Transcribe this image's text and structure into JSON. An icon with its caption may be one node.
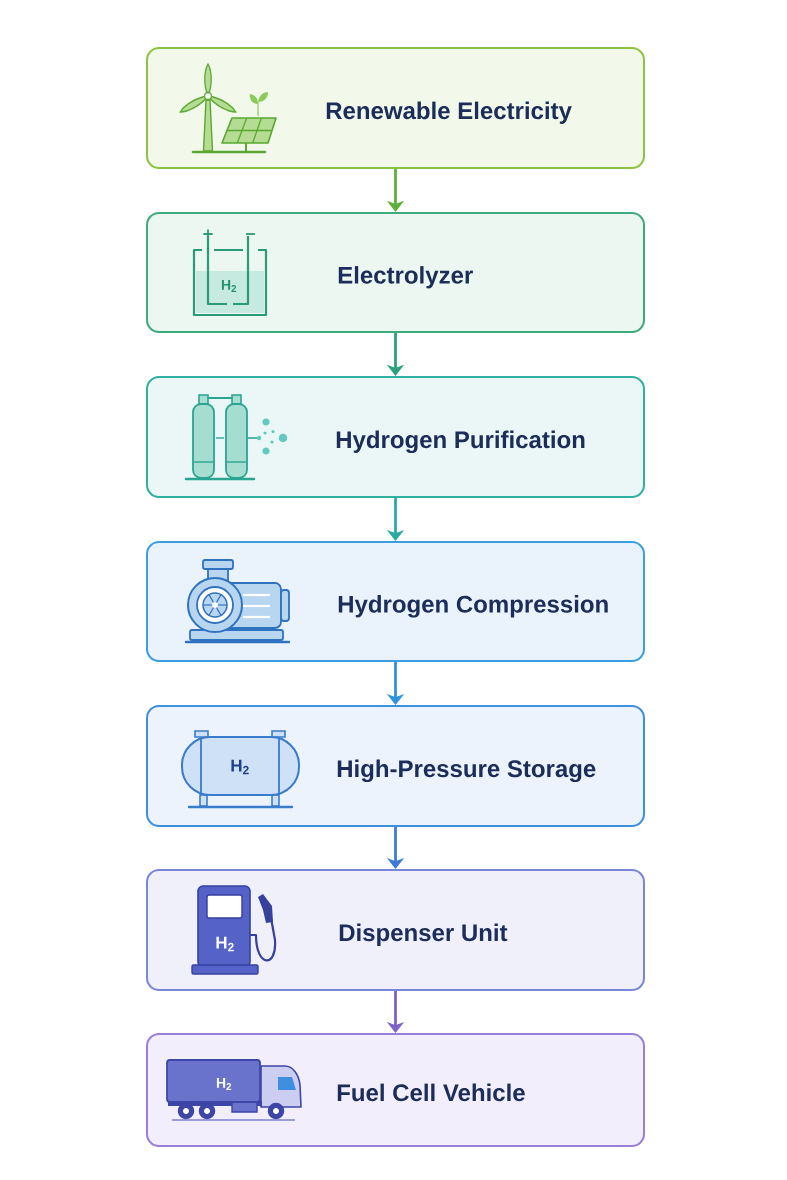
{
  "diagram": {
    "nodes": [
      {
        "text": [
          "Renewable Electricity"
        ]
      },
      {
        "text": [
          "Electrolyzer"
        ]
      },
      {
        "text": [
          "Hydrogen Purification"
        ]
      },
      {
        "text": [
          "Hydrogen Compression"
        ]
      },
      {
        "text": [
          "High-Pressure Storage"
        ]
      },
      {
        "text": [
          "Dispenser Unit"
        ]
      },
      {
        "text": [
          "Fuel Cell Vehicle"
        ]
      }
    ],
    "edges": [
      {
        "from": 0,
        "to": 1,
        "arrow": "to",
        "color": "#5fb03a"
      },
      {
        "from": 1,
        "to": 2,
        "arrow": "to",
        "color": "#2ba27d"
      },
      {
        "from": 2,
        "to": 3,
        "arrow": "to",
        "color": "#2aaaa2"
      },
      {
        "from": 3,
        "to": 4,
        "arrow": "to",
        "color": "#2f92dc"
      },
      {
        "from": 4,
        "to": 5,
        "arrow": "to",
        "color": "#3f7ad6"
      },
      {
        "from": 5,
        "to": 6,
        "arrow": "to",
        "color": "#7e62c8"
      }
    ],
    "labels": [
      "H$_{2}$",
      "H$_{2}$",
      "H$_{2}$",
      "H$_{2}$"
    ]
  }
}
